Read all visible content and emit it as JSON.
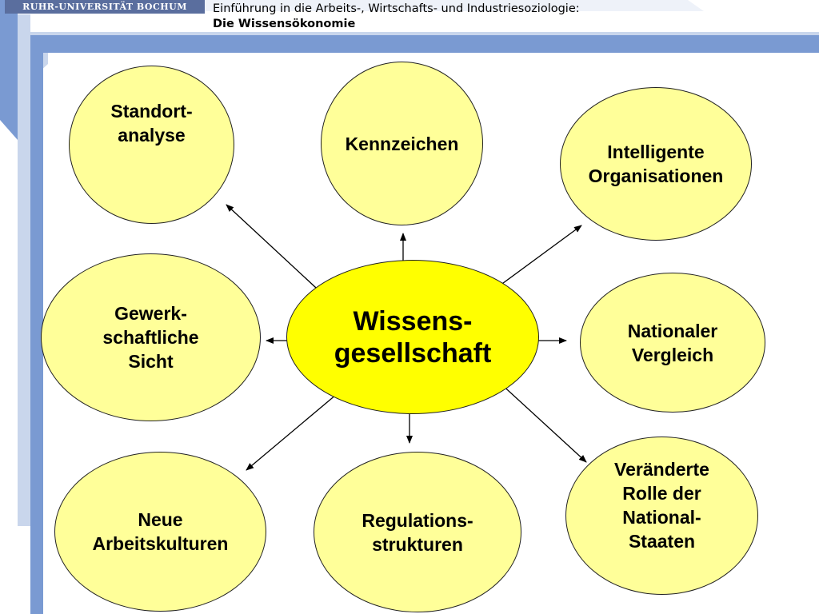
{
  "header": {
    "university": "RUHR-UNIVERSITÄT BOCHUM",
    "course": "Einführung in die Arbeits-, Wirtschafts- und Industriesoziologie:",
    "topic": "Die Wissensökonomie"
  },
  "colors": {
    "frame_blue": "#7a9ad2",
    "frame_light": "#c9d6ec",
    "node_fill": "#ffff99",
    "center_fill": "#ffff00"
  },
  "diagram": {
    "center": "Wissens-\ngesellschaft",
    "nodes": {
      "standortanalyse": "Standort-\nanalyse",
      "kennzeichen": "Kennzeichen",
      "intelligente_organisationen": "Intelligente\nOrganisationen",
      "gewerkschaftliche_sicht": "Gewerk-\nschaftliche\nSicht",
      "nationaler_vergleich": "Nationaler\nVergleich",
      "neue_arbeitskulturen": "Neue\nArbeitskulturen",
      "regulationsstrukturen": "Regulations-\nstrukturen",
      "veraenderte_rolle": "Veränderte\nRolle der\nNational-\nStaaten"
    }
  }
}
